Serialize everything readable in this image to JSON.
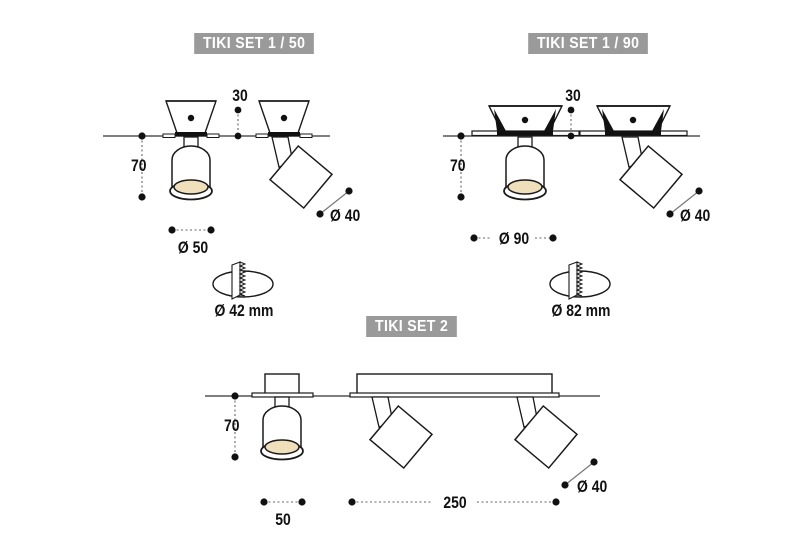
{
  "sheet": {
    "background_color": "#ffffff",
    "line_color": "#1a1a1a",
    "lens_color": "#efe0bb",
    "badge_background": "#9a9a9a",
    "badge_text_color": "#ffffff"
  },
  "badges": {
    "set1_50": "TIKI SET 1 / 50",
    "set1_90": "TIKI SET 1 / 90",
    "set2": "TIKI SET 2"
  },
  "set1_50": {
    "drop_dim": "70",
    "spacing_dim": "30",
    "body_dia": "Ø 50",
    "head_dia": "Ø 40",
    "cutout_dia": "Ø 42 mm"
  },
  "set1_90": {
    "drop_dim": "70",
    "spacing_dim": "30",
    "body_dia": "Ø 90",
    "head_dia": "Ø 40",
    "cutout_dia": "Ø 82 mm"
  },
  "set2": {
    "drop_dim": "70",
    "body_dim": "50",
    "bar_length_dim": "250",
    "head_dia": "Ø 40"
  }
}
